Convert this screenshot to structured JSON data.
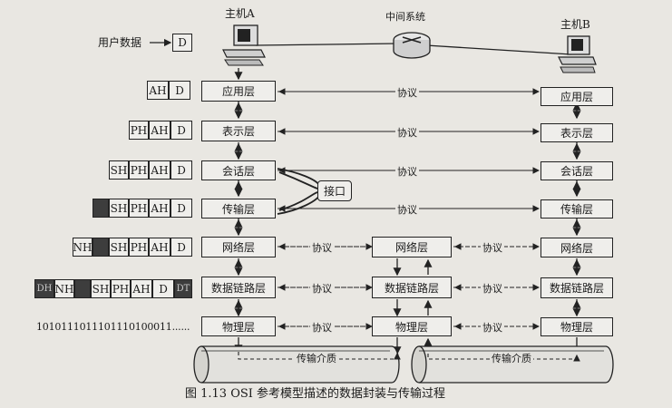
{
  "hosts": {
    "a": "主机A",
    "b": "主机B",
    "middle": "中间系统"
  },
  "user_data": {
    "label": "用户数据",
    "d": "D"
  },
  "layers": {
    "application": "应用层",
    "presentation": "表示层",
    "session": "会话层",
    "transport": "传输层",
    "network": "网络层",
    "datalink": "数据链路层",
    "physical": "物理层"
  },
  "headers": {
    "ah": "AH",
    "ph": "PH",
    "sh": "SH",
    "nh": "NH",
    "d": "D",
    "dh": "DH",
    "dt": "DT"
  },
  "protocol": "协议",
  "interface": "接口",
  "bits": "1010111011101110100011......",
  "medium": "传输介质",
  "caption": "图 1.13    OSI 参考模型描述的数据封装与传输过程"
}
